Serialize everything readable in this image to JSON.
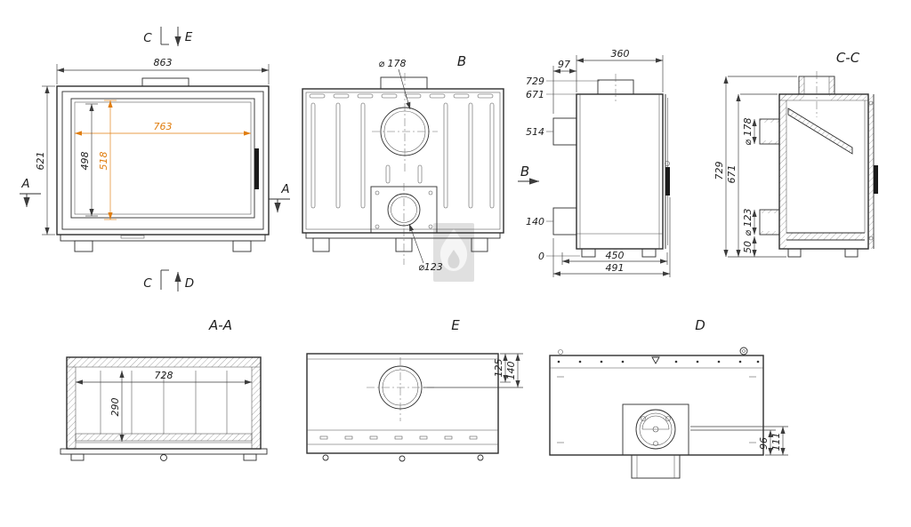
{
  "colors": {
    "line": "#2e2e2e",
    "accent_dim": "#e07d0e",
    "watermark": "#c8c8c8"
  },
  "front": {
    "section_top_c": "C",
    "view_top_e": "E",
    "width": "863",
    "height": "621",
    "glass_width": "763",
    "glass_height": "498",
    "door_height": "518",
    "section_left_a": "A",
    "section_right_a": "A",
    "section_bottom_c": "C",
    "view_bottom_d": "D"
  },
  "rear": {
    "view_label": "B",
    "flue_diameter": "⌀ 178",
    "inlet_diameter": "⌀123"
  },
  "side": {
    "depth_body": "360",
    "stub_depth": "97",
    "h_total": "729",
    "h_body": "671",
    "h_upper_stub": "514",
    "h_lower_stub": "140",
    "h_zero": "0",
    "view_arrow_b": "B",
    "depth_450": "450",
    "depth_491": "491"
  },
  "section_cc": {
    "label": "C-C",
    "h_total": "729",
    "h_body": "671",
    "flue_diameter": "⌀ 178",
    "inlet_diameter": "⌀ 123",
    "inlet_offset": "50"
  },
  "section_aa": {
    "label": "A-A",
    "inner_width": "728",
    "inner_height": "290"
  },
  "view_e": {
    "label": "E",
    "offset_125": "125",
    "offset_140": "140"
  },
  "view_d": {
    "label": "D",
    "offset_96": "96",
    "offset_111": "111"
  }
}
